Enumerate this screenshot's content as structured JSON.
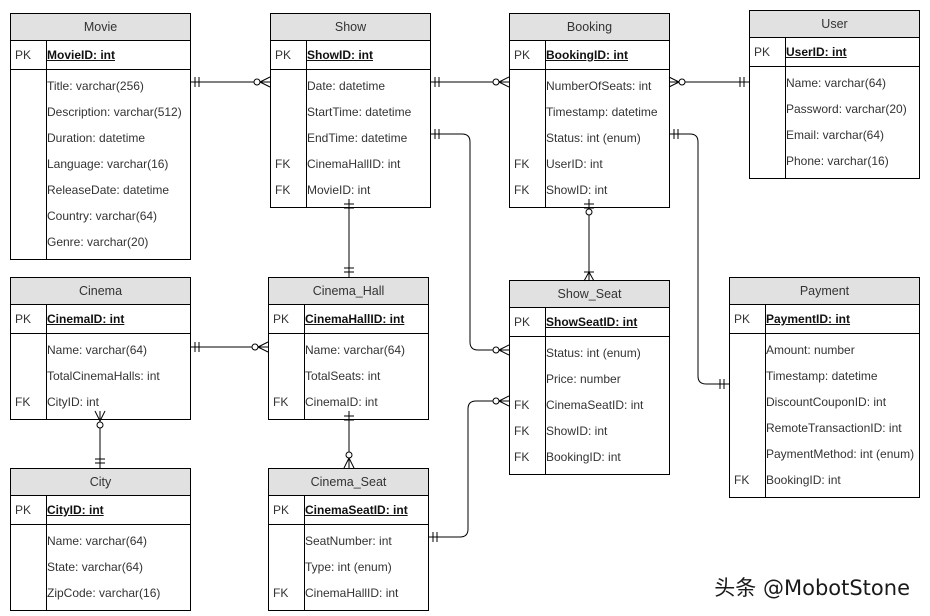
{
  "entities": {
    "movie": {
      "title": "Movie",
      "pk": {
        "key": "PK",
        "field": "MovieID: int"
      },
      "fields": [
        {
          "key": "",
          "field": "Title: varchar(256)"
        },
        {
          "key": "",
          "field": "Description: varchar(512)"
        },
        {
          "key": "",
          "field": "Duration: datetime"
        },
        {
          "key": "",
          "field": "Language: varchar(16)"
        },
        {
          "key": "",
          "field": "ReleaseDate: datetime"
        },
        {
          "key": "",
          "field": "Country: varchar(64)"
        },
        {
          "key": "",
          "field": "Genre: varchar(20)"
        }
      ]
    },
    "show": {
      "title": "Show",
      "pk": {
        "key": "PK",
        "field": "ShowID: int"
      },
      "fields": [
        {
          "key": "",
          "field": "Date: datetime"
        },
        {
          "key": "",
          "field": "StartTime: datetime"
        },
        {
          "key": "",
          "field": "EndTime: datetime"
        },
        {
          "key": "FK",
          "field": "CinemaHallID: int"
        },
        {
          "key": "FK",
          "field": "MovieID: int"
        }
      ]
    },
    "booking": {
      "title": "Booking",
      "pk": {
        "key": "PK",
        "field": "BookingID: int"
      },
      "fields": [
        {
          "key": "",
          "field": "NumberOfSeats: int"
        },
        {
          "key": "",
          "field": "Timestamp: datetime"
        },
        {
          "key": "",
          "field": "Status: int (enum)"
        },
        {
          "key": "FK",
          "field": "UserID: int"
        },
        {
          "key": "FK",
          "field": "ShowID: int"
        }
      ]
    },
    "user": {
      "title": "User",
      "pk": {
        "key": "PK",
        "field": "UserID: int"
      },
      "fields": [
        {
          "key": "",
          "field": "Name: varchar(64)"
        },
        {
          "key": "",
          "field": "Password: varchar(20)"
        },
        {
          "key": "",
          "field": "Email: varchar(64)"
        },
        {
          "key": "",
          "field": "Phone: varchar(16)"
        }
      ]
    },
    "cinema": {
      "title": "Cinema",
      "pk": {
        "key": "PK",
        "field": "CinemaID: int"
      },
      "fields": [
        {
          "key": "",
          "field": "Name: varchar(64)"
        },
        {
          "key": "",
          "field": "TotalCinemaHalls: int"
        },
        {
          "key": "FK",
          "field": "CityID: int"
        }
      ]
    },
    "cinema_hall": {
      "title": "Cinema_Hall",
      "pk": {
        "key": "PK",
        "field": "CinemaHallID: int"
      },
      "fields": [
        {
          "key": "",
          "field": "Name: varchar(64)"
        },
        {
          "key": "",
          "field": "TotalSeats: int"
        },
        {
          "key": "FK",
          "field": "CinemaID: int"
        }
      ]
    },
    "show_seat": {
      "title": "Show_Seat",
      "pk": {
        "key": "PK",
        "field": "ShowSeatID: int"
      },
      "fields": [
        {
          "key": "",
          "field": "Status: int (enum)"
        },
        {
          "key": "",
          "field": "Price: number"
        },
        {
          "key": "FK",
          "field": "CinemaSeatID: int"
        },
        {
          "key": "FK",
          "field": "ShowID: int"
        },
        {
          "key": "FK",
          "field": "BookingID: int"
        }
      ]
    },
    "payment": {
      "title": "Payment",
      "pk": {
        "key": "PK",
        "field": "PaymentID: int"
      },
      "fields": [
        {
          "key": "",
          "field": "Amount: number"
        },
        {
          "key": "",
          "field": "Timestamp: datetime"
        },
        {
          "key": "",
          "field": "DiscountCouponID: int"
        },
        {
          "key": "",
          "field": "RemoteTransactionID: int"
        },
        {
          "key": "",
          "field": "PaymentMethod: int (enum)"
        },
        {
          "key": "FK",
          "field": "BookingID: int"
        }
      ]
    },
    "city": {
      "title": "City",
      "pk": {
        "key": "PK",
        "field": "CityID: int"
      },
      "fields": [
        {
          "key": "",
          "field": "Name: varchar(64)"
        },
        {
          "key": "",
          "field": "State: varchar(64)"
        },
        {
          "key": "",
          "field": "ZipCode: varchar(16)"
        }
      ]
    },
    "cinema_seat": {
      "title": "Cinema_Seat",
      "pk": {
        "key": "PK",
        "field": "CinemaSeatID: int"
      },
      "fields": [
        {
          "key": "",
          "field": "SeatNumber: int"
        },
        {
          "key": "",
          "field": "Type: int (enum)"
        },
        {
          "key": "FK",
          "field": "CinemaHallID: int"
        }
      ]
    }
  },
  "watermark": "头条 @MobotStone"
}
